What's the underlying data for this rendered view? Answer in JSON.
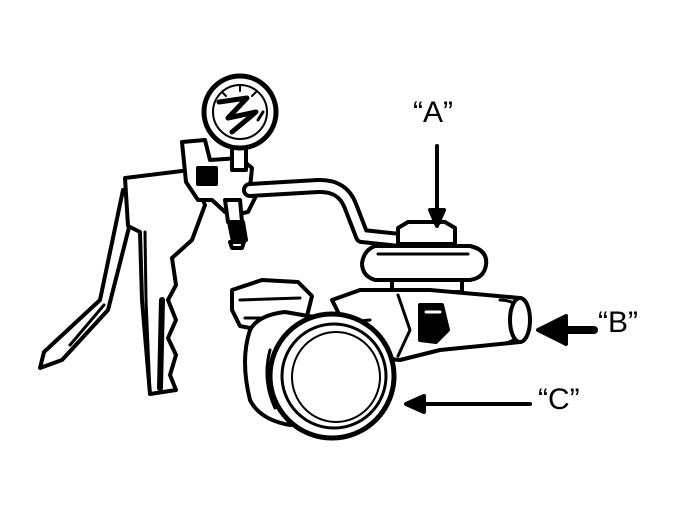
{
  "callouts": {
    "a": "“A”",
    "b": "“B”",
    "c": "“C”"
  },
  "colors": {
    "ink": "#000000",
    "paper": "#ffffff"
  }
}
